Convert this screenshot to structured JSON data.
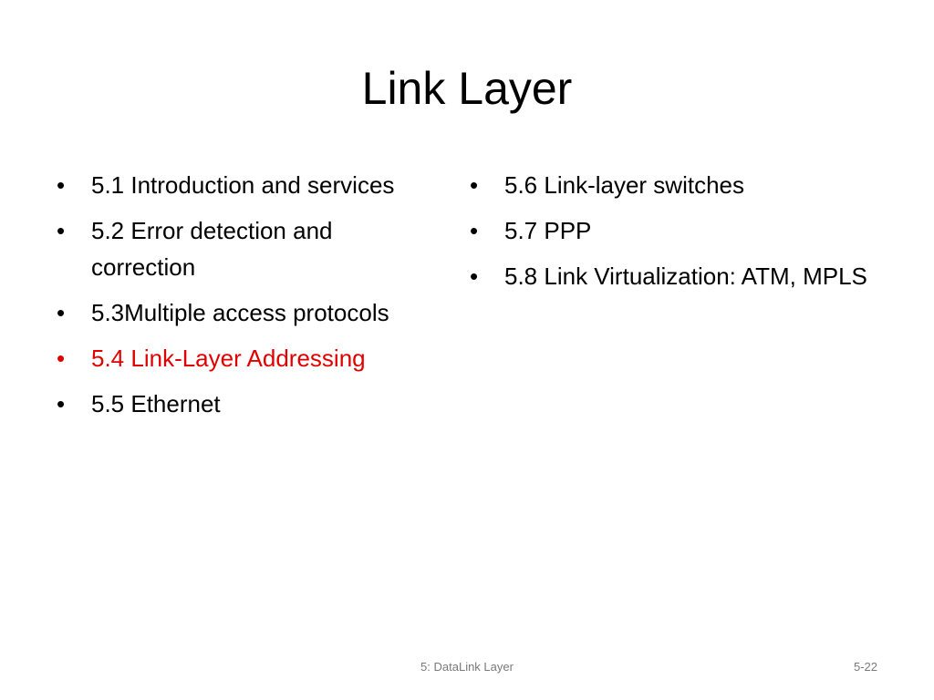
{
  "slide": {
    "title": "Link Layer",
    "left_column": [
      {
        "text": "5.1 Introduction and services",
        "highlight": false
      },
      {
        "text": "5.2 Error detection and correction",
        "highlight": false
      },
      {
        "text": "5.3Multiple access protocols",
        "highlight": false
      },
      {
        "text": "5.4 Link-Layer Addressing",
        "highlight": true
      },
      {
        "text": "5.5 Ethernet",
        "highlight": false
      }
    ],
    "right_column": [
      {
        "text": "5.6 Link-layer switches",
        "highlight": false
      },
      {
        "text": "5.7 PPP",
        "highlight": false
      },
      {
        "text": "5.8 Link Virtualization: ATM, MPLS",
        "highlight": false
      }
    ],
    "footer": "5: DataLink Layer",
    "slide_number": "5-22",
    "colors": {
      "highlight": "#e00000",
      "text": "#000000",
      "footer": "#7a7a7a"
    }
  }
}
